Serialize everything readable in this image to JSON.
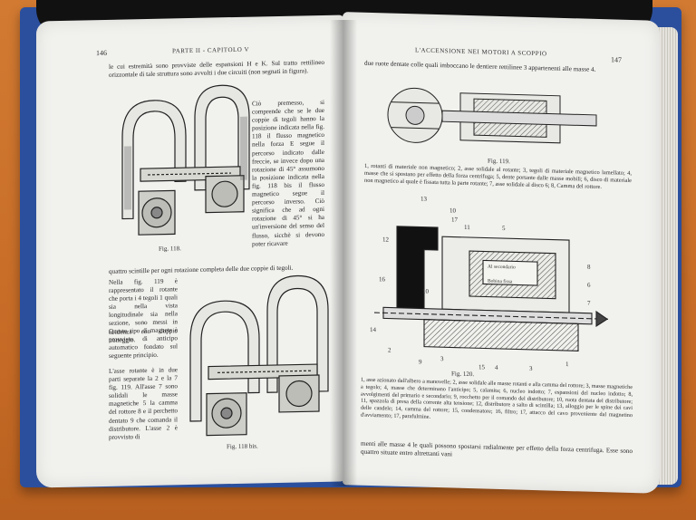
{
  "left_page": {
    "running_head": "PARTE II - CAPITOLO V",
    "page_number": "146",
    "text_blocks": [
      "le cui estremità sono provviste delle espansioni H e K. Sul tratto rettilineo orizzontale di tale struttura sono avvolti i due circuiti (non segnati in figura).",
      "Ciò premesso, si comprende che se le due coppie di tegoli hanno la posizione indicata nella fig. 118 il flusso magnetico nella forza E segue il percorso indicato dalle freccie, se invece dopo una rotazione di 45° assumono la posizione indicata nella fig. 118 bis il flusso magnetico segue il percorso inverso. Ciò significa che ad ogni rotazione di 45° si ha un'inversione del senso del flusso, sicchè si devono poter ricavare",
      "quattro scintille per ogni rotazione completa delle due coppie di tegoli.",
      "Nella fig. 119 è rappresentato il rotante che porta i 4 tegoli 1 quali sia nella vista longitudinale sia nella sezione, sono messi in evidenza con doppio tratteggio.",
      "Questo tipo di magnete è provvisto di anticipo automatico fondato sul seguente principio.",
      "L'asse rotante è in due parti separate la 2 e la 7 fig. 119. All'asse 7 sono solidali le masse magnetiche 5 la camma del rottore 8 e il perchetto dentato 9 che comanda il distributore. L'asse 2 è provvisto di"
    ],
    "fig1_caption": "Fig. 118.",
    "fig2_caption": "Fig. 118 bis."
  },
  "right_page": {
    "running_head": "L'ACCENSIONE NEI MOTORI A SCOPPIO",
    "page_number": "147",
    "intro_text": "due ruote dentate colle quali imboccano le dentiere rettilinee 3 appartenenti alle masse 4.",
    "fig119_caption": "Fig. 119.",
    "fig119_legend": "1, rotanti di materiale non magnetico; 2, asse solidale al rotante; 3, tegoli di materiale magnetico lamellato; 4, masse che si spostano per effetto della forza centrifuga; 5, dente portante dalle masse mobili; 6, disco di materiale non magnetico al quale è fissata tutta la parte rotante; 7, asse solidale al disco 6; 8, Camma del rottore.",
    "fig120_labels": [
      "13",
      "10",
      "17",
      "11",
      "5",
      "12",
      "16",
      "Al secondario",
      "Bobina fissa",
      "8",
      "6",
      "7",
      "10",
      "14",
      "2",
      "9",
      "3",
      "15",
      "4",
      "3",
      "1"
    ],
    "fig120_caption": "Fig. 120.",
    "fig120_legend": "1, asse azionato dall'albero a manovelle; 2, asse solidale alle masse rotanti e alla camma del rottore; 3, masse magnetiche a tegolo; 4, masse che determinano l'anticipo; 5, calamita; 6, nucleo indotto; 7, espansioni del nucleo indotto; 8, avvolgimenti del primario e secondario; 9, rocchetto per il comando del distributore; 10, ruota dentata del distributore; 11, spazzola di presa della corrente alta tensione; 12, distributore a salto di scintilla; 13, alloggio per le spine dei cavi delle candele; 14, camma del rottore; 15, condensatore; 16, filtro; 17, attacco del cavo proveniente dal magnetino d'avviamento; 17, parafulmine.",
    "closing_text": "menti alle masse 4 le quali possono spostarsi radialmente per effetto della forza centrifuga. Esse sono quattro situate entro altrettanti vani"
  }
}
